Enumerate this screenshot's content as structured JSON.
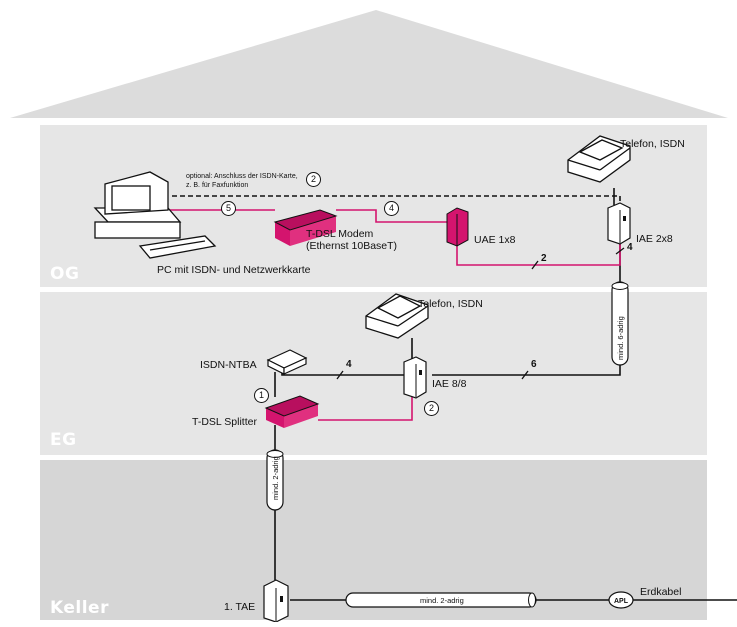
{
  "floors": {
    "og": "OG",
    "eg": "EG",
    "keller": "Keller"
  },
  "labels": {
    "optional_note_line1": "optional: Anschluss der ISDN-Karte,",
    "optional_note_line2": "z. B. für Faxfunktion",
    "pc": "PC mit ISDN- und Netzwerkkarte",
    "modem_line1": "T-DSL Modem",
    "modem_line2": "(Ethernst 10BaseT)",
    "uae": "UAE 1x8",
    "phone_og": "Telefon, ISDN",
    "iae_og": "IAE 2x8",
    "phone_eg": "Telefon, ISDN",
    "ntba": "ISDN-NTBA",
    "iae_eg": "IAE 8/8",
    "splitter": "T-DSL Splitter",
    "tae": "1. TAE",
    "apl": "APL",
    "erdkabel": "Erdkabel"
  },
  "cables": {
    "vertical_og_eg": "mind. 6-adrig",
    "vertical_eg_keller": "mind. 2-adrig",
    "horizontal_keller": "mind. 2-adrig"
  },
  "wire_counts": {
    "og_uae_iae": "2",
    "og_iae_down": "4",
    "eg_ntba_iae": "4",
    "eg_iae_riser": "6"
  },
  "connection_numbers": {
    "n1": "1",
    "n2": "2",
    "n2b": "2",
    "n4": "4",
    "n5": "5"
  },
  "colors": {
    "accent": "#d4146e",
    "floor_bg": "#e8e8e8",
    "keller_bg": "#d6d6d6",
    "roof": "#dcdcdc"
  }
}
